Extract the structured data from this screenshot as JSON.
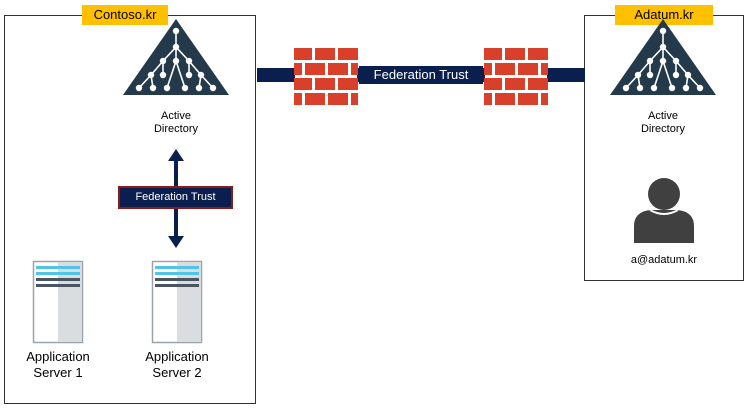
{
  "left_domain": {
    "name": "Contoso.kr"
  },
  "right_domain": {
    "name": "Adatum.kr"
  },
  "left_ad": {
    "line1": "Active",
    "line2": "Directory"
  },
  "right_ad": {
    "line1": "Active",
    "line2": "Directory"
  },
  "internal_trust": {
    "label": "Federation Trust"
  },
  "external_trust": {
    "label": "Federation Trust"
  },
  "servers": [
    {
      "line1": "Application",
      "line2": "Server 1"
    },
    {
      "line1": "Application",
      "line2": "Server 2"
    }
  ],
  "user": {
    "label": "a@adatum.kr"
  },
  "colors": {
    "ad_icon": "#243A4A",
    "tag": "#FFC000",
    "trust": "#0B1F4F",
    "firewall": "#D9402B",
    "server_stripe": "#4FC3E8",
    "user_icon": "#404040"
  }
}
